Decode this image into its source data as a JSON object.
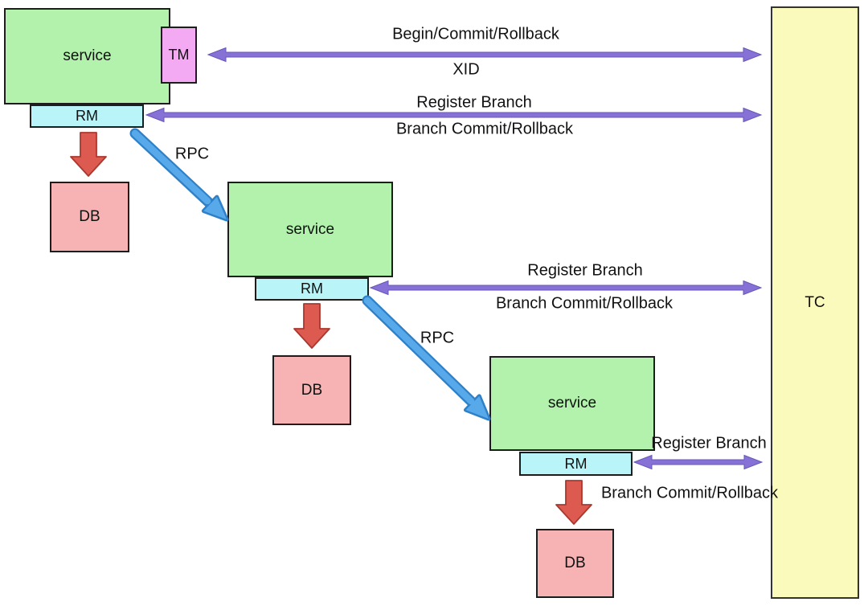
{
  "nodes": {
    "service_1": "service",
    "tm": "TM",
    "rm_1": "RM",
    "db_1": "DB",
    "service_2": "service",
    "rm_2": "RM",
    "db_2": "DB",
    "service_3": "service",
    "rm_3": "RM",
    "db_3": "DB",
    "tc": "TC"
  },
  "edges": {
    "tm_tc": {
      "top": "Begin/Commit/Rollback",
      "bottom": "XID"
    },
    "rm1_tc": {
      "top": "Register Branch",
      "bottom": "Branch Commit/Rollback"
    },
    "rm2_tc": {
      "top": "Register Branch",
      "bottom": "Branch Commit/Rollback"
    },
    "rm3_tc": {
      "top": "Register Branch",
      "bottom": "Branch Commit/Rollback"
    },
    "rpc_1": "RPC",
    "rpc_2": "RPC"
  },
  "colors": {
    "service_fill": "#b2f2ac",
    "tm_fill": "#f4aaf2",
    "rm_fill": "#b8f4f8",
    "db_fill": "#f7b3b3",
    "tc_fill": "#fbfabd",
    "purple_arrow": "#8672d6",
    "blue_arrow": "#57a9ea",
    "red_arrow": "#dc5a50",
    "box_border": "#1d1d1d"
  }
}
